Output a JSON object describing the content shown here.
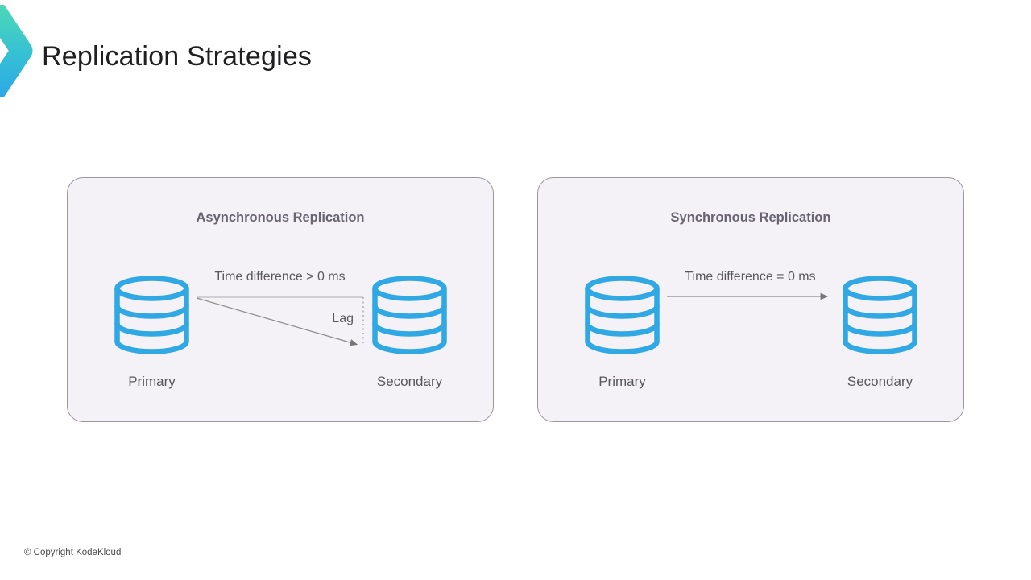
{
  "header": {
    "title": "Replication Strategies"
  },
  "panels": [
    {
      "title": "Asynchronous Replication",
      "arrow_label": "Time difference > 0 ms",
      "lag_label": "Lag",
      "primary_label": "Primary",
      "secondary_label": "Secondary"
    },
    {
      "title": "Synchronous Replication",
      "arrow_label": "Time difference = 0 ms",
      "primary_label": "Primary",
      "secondary_label": "Secondary"
    }
  ],
  "footer": {
    "copyright": "© Copyright KodeKloud"
  },
  "colors": {
    "db_blue": "#2fa8e3",
    "panel_bg": "#f4f1f7",
    "panel_border": "#9b96a1",
    "logo_teal": "#4edbb4",
    "logo_blue": "#2ba5e8",
    "line_light": "#bbbbbb",
    "arrow_gray": "#8a8a8a",
    "arrowhead_gray": "#767676",
    "dotted_gray": "#9c9ca0"
  }
}
